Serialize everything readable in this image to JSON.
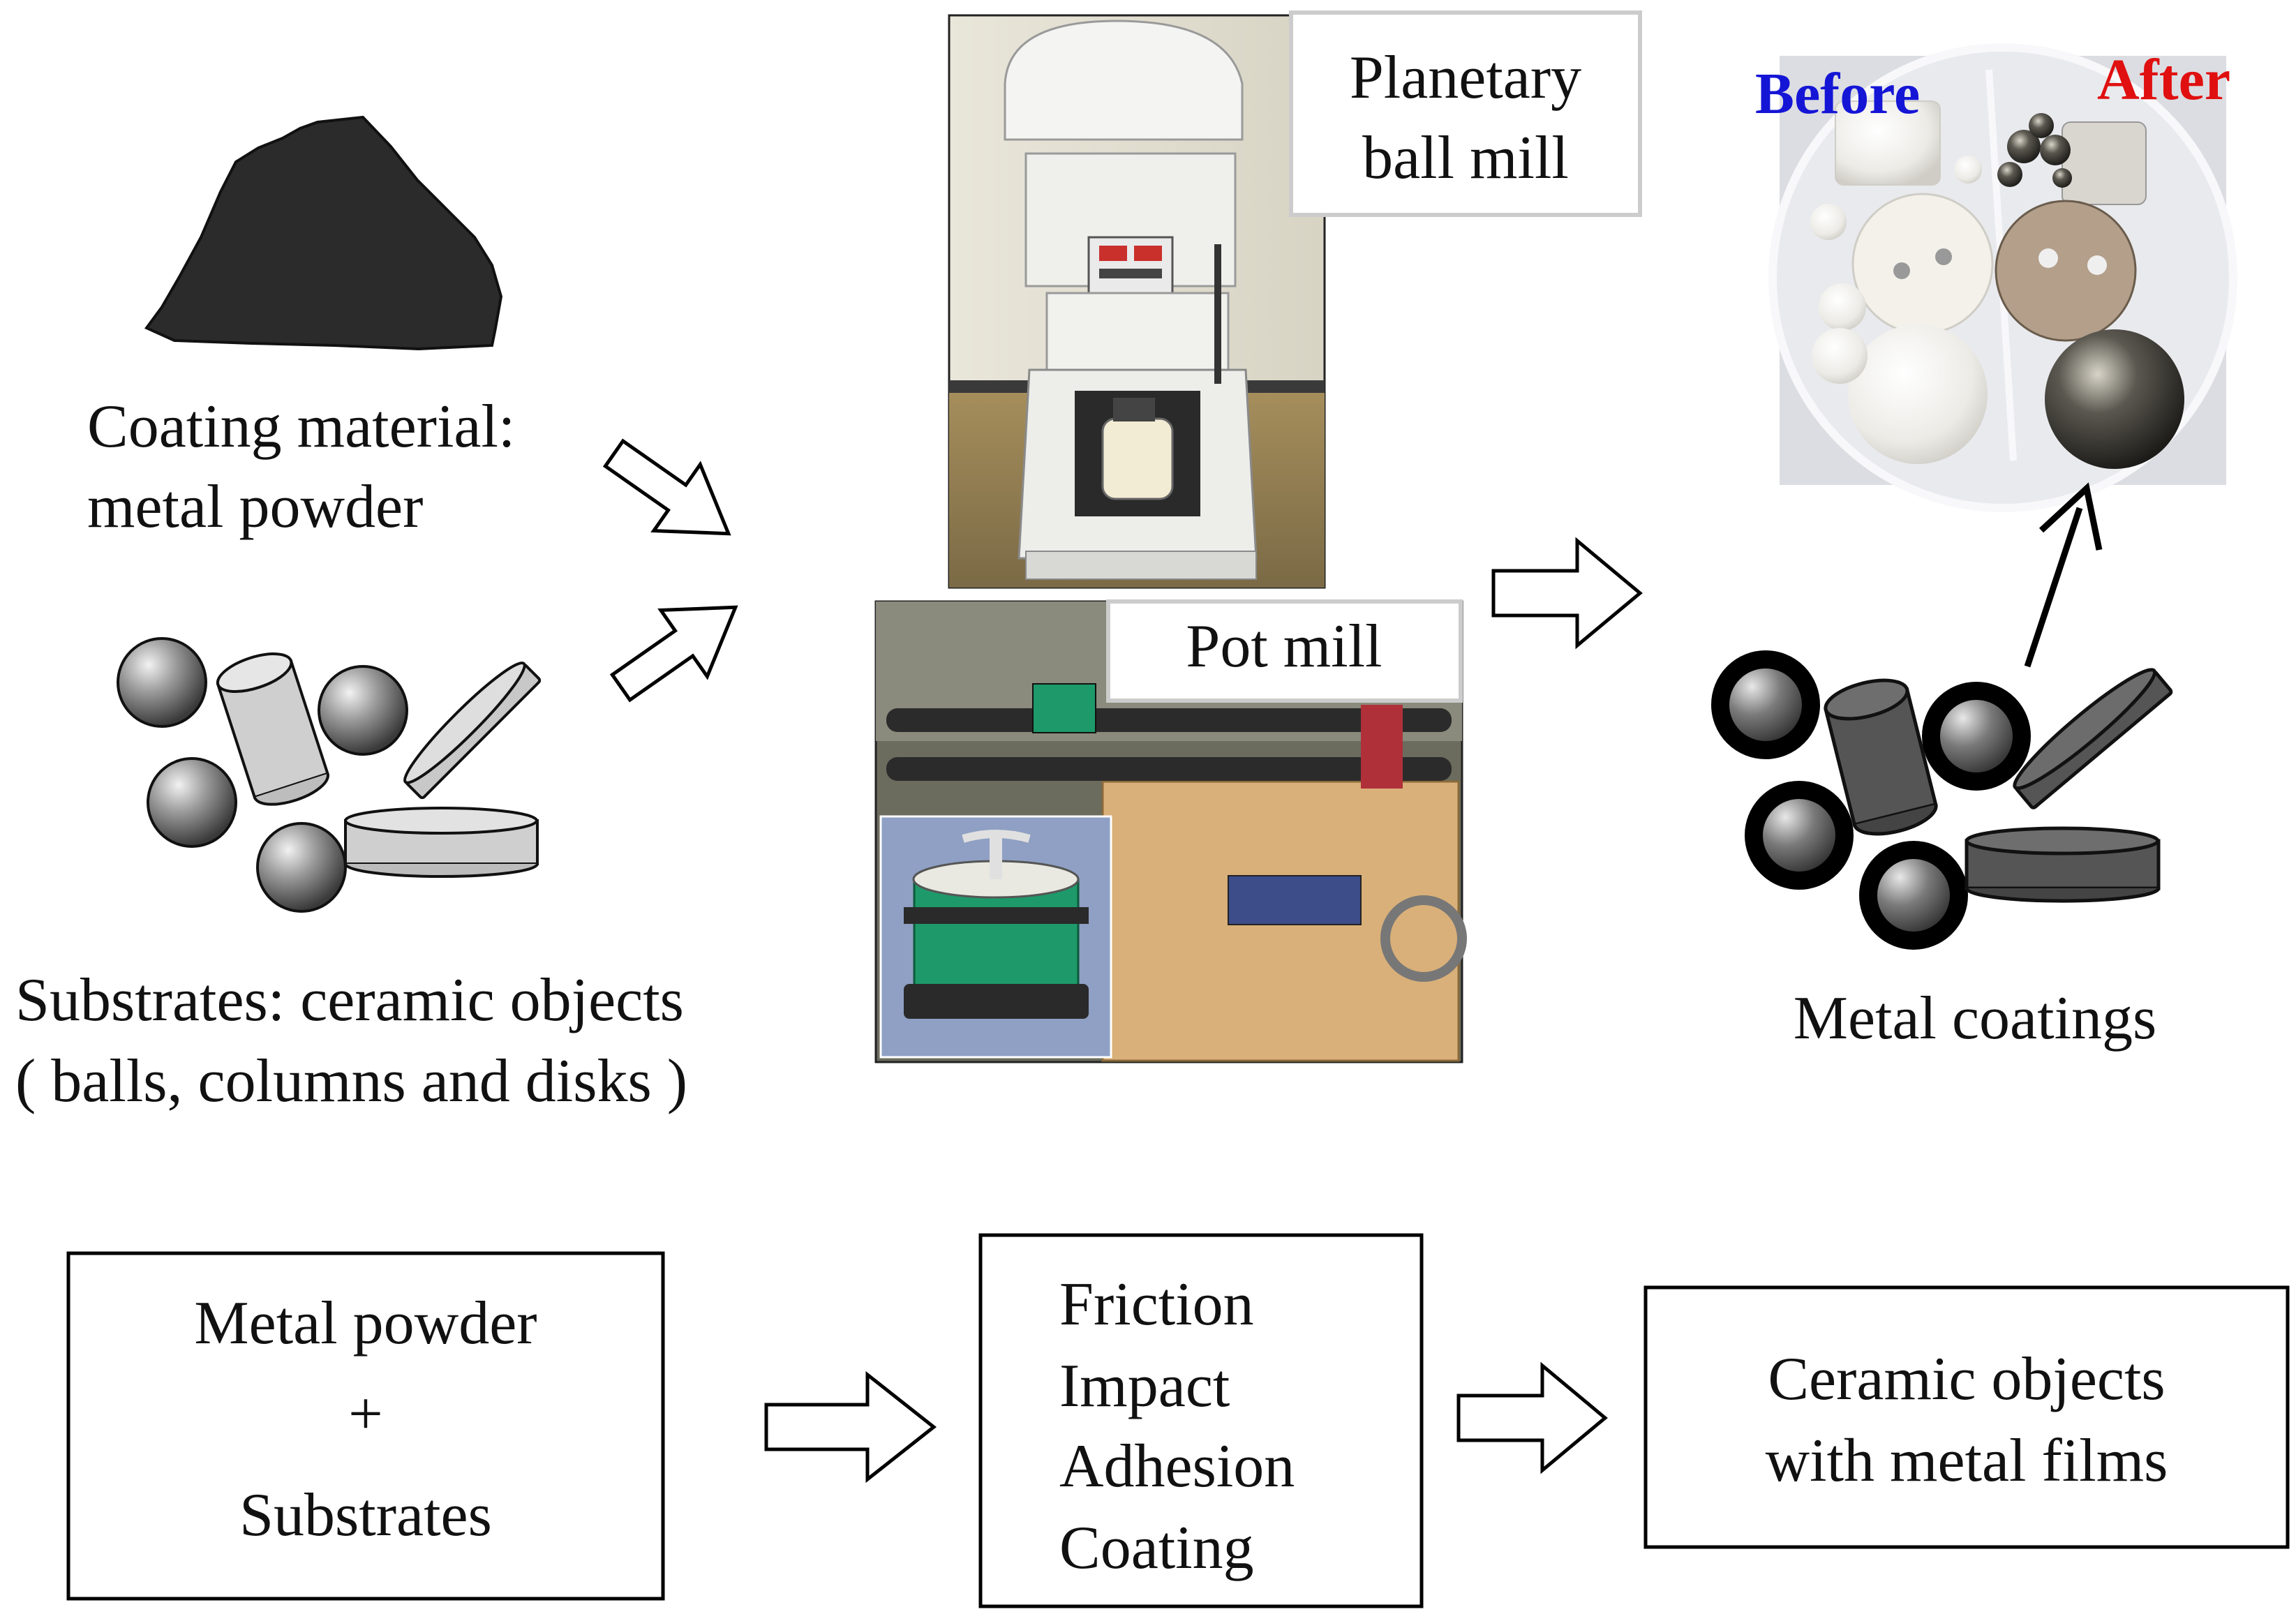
{
  "inputs": {
    "coating_line1": "Coating material:",
    "coating_line2": "metal powder",
    "substrates_line1": "Substrates: ceramic objects",
    "substrates_line2": "( balls, columns and disks )"
  },
  "mills": {
    "planetary_line1": "Planetary",
    "planetary_line2": "ball mill",
    "pot": "Pot mill"
  },
  "output": {
    "before": "Before",
    "after": "After",
    "coatings": "Metal coatings"
  },
  "flow": {
    "box1_line1": "Metal powder",
    "box1_plus": "+",
    "box1_line2": "Substrates",
    "box2_items": [
      "Friction",
      "Impact",
      "Adhesion",
      "Coating"
    ],
    "box3_line1": "Ceramic objects",
    "box3_line2": "with metal films"
  },
  "colors": {
    "before": "#1515d6",
    "after": "#e01010",
    "powder": "#2b2b2b",
    "substrate_gray": "#c8c8c8",
    "coating_dark": "#555555",
    "pot_green": "#1e9a6a",
    "pot_wood": "#d9b07a"
  }
}
